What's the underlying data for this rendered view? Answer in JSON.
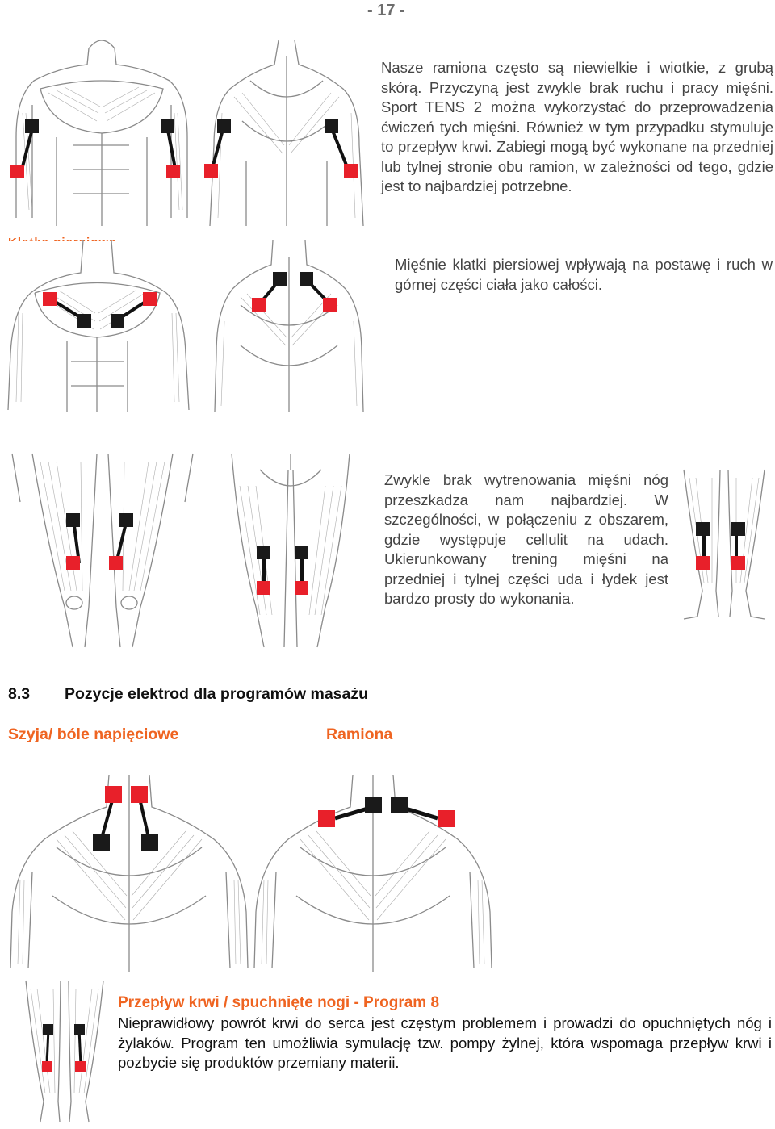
{
  "page_number": "- 17 -",
  "arms": {
    "paragraph": "Nasze ramiona często są niewielkie i wiotkie, z grubą skórą. Przyczyną jest zwykle brak ruchu i pracy mięśni. Sport TENS 2 można wykorzystać do przeprowadzenia ćwiczeń tych mięśni. Również w tym przypadku stymuluje to przepływ krwi. Zabiegi mogą być wykonane na przedniej lub tylnej stronie obu ramion, w zależności od tego, gdzie jest to najbardziej potrzebne."
  },
  "chest": {
    "cut_heading": "Klatka piersiowa",
    "paragraph": "Mięśnie klatki piersiowej wpływają na postawę i ruch w górnej części ciała jako całości."
  },
  "legs": {
    "paragraph": "Zwykle brak wytrenowania mięśni nóg przeszkadza nam najbardziej. W szczególności, w połączeniu z obszarem, gdzie występuje cellulit na udach. Ukierunkowany trening mięśni na przedniej i tylnej części uda i łydek jest bardzo prosty do wykonania."
  },
  "section": {
    "number": "8.3",
    "title": "Pozycje elektrod dla programów masażu"
  },
  "massage": {
    "neck_label": "Szyja/ bóle napięciowe",
    "shoulders_label": "Ramiona"
  },
  "blood_flow": {
    "title": "Przepływ krwi / spuchnięte nogi - Program 8",
    "paragraph": "Nieprawidłowy powrót krwi do serca jest częstym problemem i prowadzi do opuchniętych nóg i żylaków. Program ten umożliwia symulację tzw. pompy żylnej, która wspomaga przepływ krwi i pozbycie się produktów przemiany materii."
  },
  "colors": {
    "electrode_red": "#e8202a",
    "electrode_black": "#1a1a1a",
    "heading_orange": "#ef6421",
    "muscle_line": "#8a8a8a"
  }
}
